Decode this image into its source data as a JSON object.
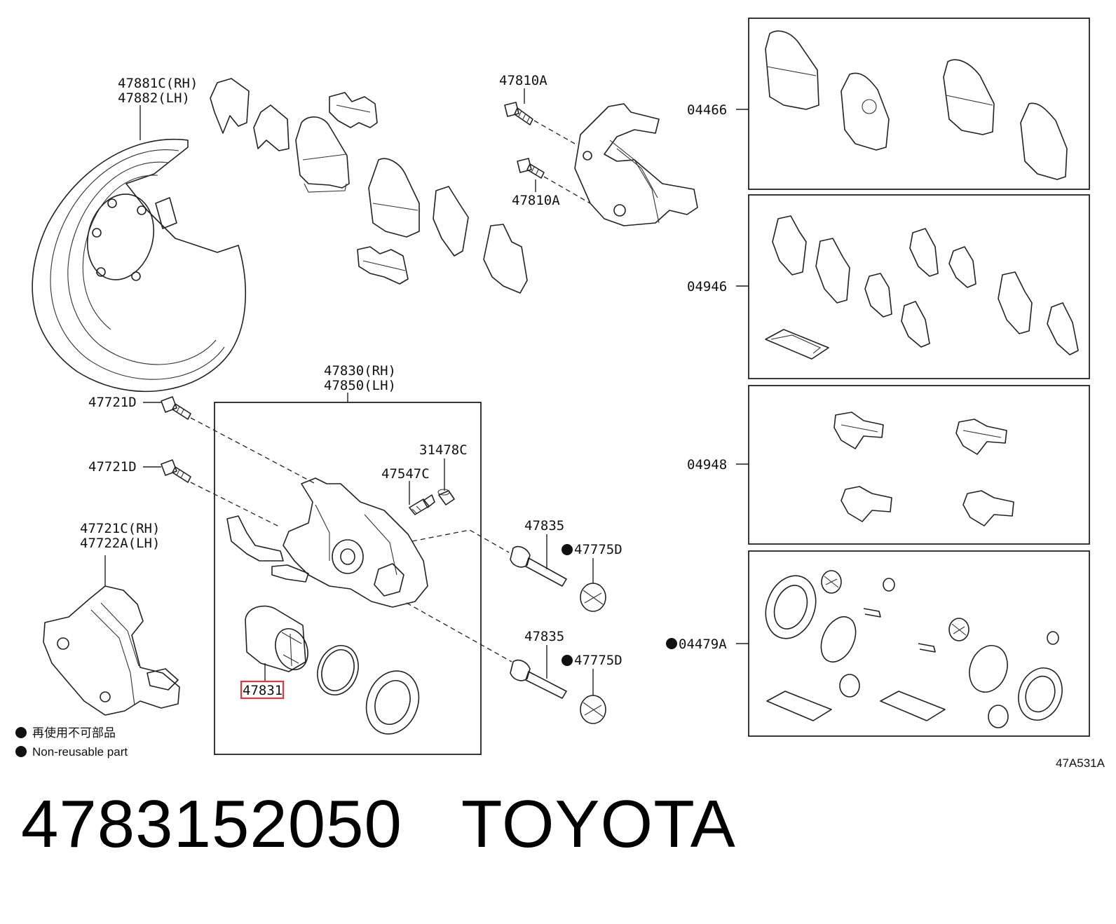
{
  "callouts": {
    "dust_cover": [
      "47881C(RH)",
      "47882(LH)"
    ],
    "caliper_bolt_top": "47810A",
    "caliper_bolt_bottom": "47810A",
    "pad_set": "04466",
    "shim_kit": "04946",
    "fitting_kit": "04948",
    "cylinder_kit": "04479A",
    "caliper_assembly": [
      "47830(RH)",
      "47850(LH)"
    ],
    "bolt_1": "47721D",
    "bolt_2": "47721D",
    "mounting": [
      "47721C(RH)",
      "47722A(LH)"
    ],
    "bleeder_cap": "31478C",
    "bleeder_plug": "47547C",
    "slide_pin_1": "47835",
    "slide_pin_2": "47835",
    "boot_1": "47775D",
    "boot_2": "47775D",
    "piston": "47831",
    "figure_code": "47A531A"
  },
  "legend": {
    "zh": "再使用不可部品",
    "en": "Non-reusable part"
  },
  "caption": {
    "part_number": "4783152050",
    "brand": "TOYOTA"
  },
  "colors": {
    "highlight": "#e0393c",
    "ink": "#111111"
  }
}
